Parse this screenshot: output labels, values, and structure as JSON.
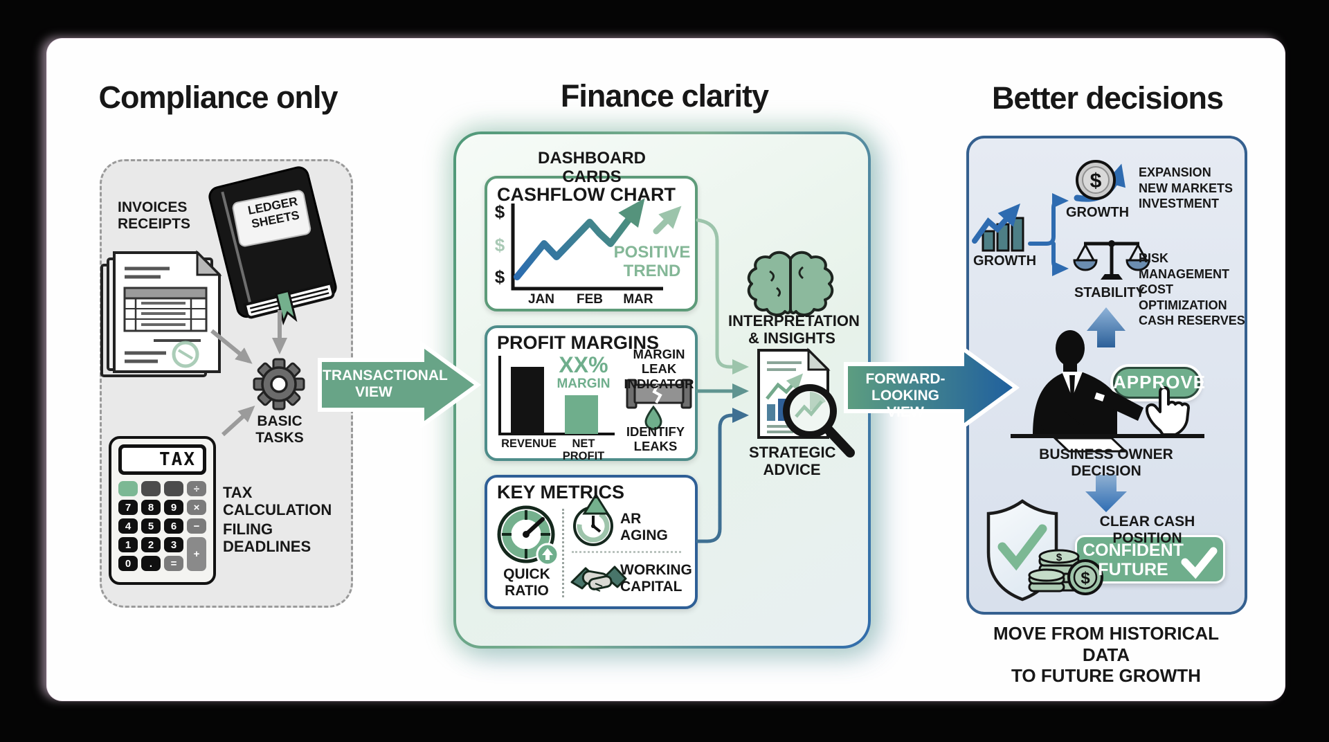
{
  "left": {
    "title": "Compliance only",
    "invoices_label": "INVOICES\nRECEIPTS",
    "ledger_label": "LEDGER\nSHEETS",
    "basic_tasks_label": "BASIC\nTASKS",
    "tax_calculation_label": "TAX\nCALCULATION",
    "filing_deadlines_label": "FILING\nDEADLINES",
    "calculator": {
      "display": "TAX",
      "keys": [
        "",
        "",
        "",
        "÷",
        "7",
        "8",
        "9",
        "×",
        "4",
        "5",
        "6",
        "−",
        "1",
        "2",
        "3",
        "+",
        "0",
        ".",
        "="
      ]
    }
  },
  "flow": {
    "transactional_arrow": "TRANSACTIONAL\nVIEW",
    "forward_arrow": "FORWARD-LOOKING\nVIEW"
  },
  "middle": {
    "title": "Finance clarity",
    "dashboard_label": "DASHBOARD CARDS",
    "cashflow": {
      "title": "CASHFLOW CHART",
      "y_ticks": [
        "$",
        "$",
        "$"
      ],
      "x_ticks": [
        "JAN",
        "FEB",
        "MAR"
      ],
      "trend_label": "POSITIVE\nTREND"
    },
    "profit": {
      "title": "PROFIT MARGINS",
      "margin_value": "XX%",
      "margin_word": "MARGIN",
      "bar_labels": [
        "REVENUE",
        "NET PROFIT"
      ],
      "leak_label": "MARGIN\nLEAK\nINDICATOR",
      "identify_label": "IDENTIFY\nLEAKS"
    },
    "metrics": {
      "title": "KEY METRICS",
      "quick_ratio_label": "QUICK\nRATIO",
      "ar_aging_label": "AR\nAGING",
      "working_capital_label": "WORKING\nCAPITAL"
    },
    "interpretation_label": "INTERPRETATION\n& INSIGHTS",
    "strategic_label": "STRATEGIC\nADVICE"
  },
  "right": {
    "title": "Better decisions",
    "growth_chart_label": "GROWTH",
    "growth_branch_label": "GROWTH",
    "growth_items": "EXPANSION\nNEW MARKETS\nINVESTMENT",
    "stability_label": "STABILITY",
    "stability_items": "RISK MANAGEMENT\nCOST OPTIMIZATION\nCASH RESERVES",
    "approve_label": "APPROVE",
    "decision_label": "BUSINESS OWNER DECISION",
    "clear_cash_label": "CLEAR CASH POSITION",
    "confident_label": "CONFIDENT\nFUTURE",
    "dollar": "$",
    "footer": "MOVE FROM HISTORICAL DATA\nTO FUTURE GROWTH"
  },
  "colors": {
    "green": "#6fae8c",
    "teal": "#4e8d8a",
    "blue": "#2e6bb0",
    "navy": "#35608f",
    "light_green_bg": "#e9f2ec",
    "panel_gray": "#e9e9e9",
    "panel_blue": "#dde4ee"
  }
}
